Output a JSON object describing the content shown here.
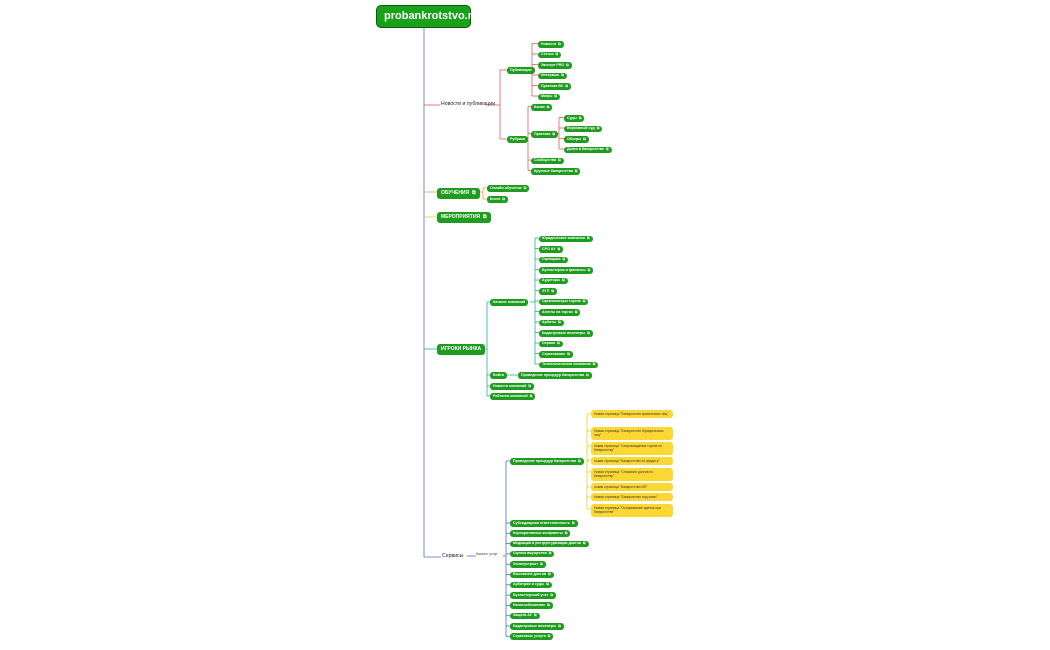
{
  "colors": {
    "green": "#1f9b1f",
    "yellow": "#fdd835",
    "red_line": "#e45b5b",
    "orange_line": "#f0a33a",
    "yellow_line": "#e0cf3a",
    "teal_line": "#2ab08e",
    "blue_line": "#4a6fd1"
  },
  "root": {
    "label": "probankrotstvo.ru"
  },
  "sections": {
    "news": {
      "label": "Новости и публикации",
      "pubs": {
        "label": "Публикации",
        "items": [
          "Новости",
          "Статьи",
          "Эксперт PRO",
          "Интервью",
          "Практика ВС",
          "Мифы"
        ]
      },
      "rubrics": {
        "label": "Рубрики",
        "items": [
          "Банки",
          "Практика",
          "Сообщества",
          "Крупные банкротства"
        ],
        "practice_items": [
          "Суды",
          "Верховный суд",
          "Обзоры",
          "Долги в банкротстве"
        ]
      }
    },
    "training": {
      "label": "ОБУЧЕНИЯ",
      "items": [
        "Онлайн-обучение",
        "Книги"
      ]
    },
    "events": {
      "label": "МЕРОПРИЯТИЯ"
    },
    "market": {
      "label": "ИГРОКИ РЫНКА",
      "catalog": {
        "label": "Каталог компаний",
        "items": [
          "Юридические компании",
          "СРО АУ",
          "Оценщики",
          "Бухгалтерия и финансы",
          "Аудиторы",
          "ЭТП",
          "Организаторы торгов",
          "Агенты на торгах",
          "Арбиты",
          "Кадастровые инженеры",
          "Охрана",
          "Страхование",
          "Технологические компании"
        ]
      },
      "others": [
        "Войти",
        "Новости компаний",
        "Рейтинги компаний"
      ],
      "voiti_child": "Проведение процедур банкротства"
    },
    "services": {
      "label": "Сервисы",
      "catalog_label": "Каталог услуг",
      "procedures": {
        "label": "Проведение процедур банкротства",
        "pages": [
          "Новая страница \"Банкротство физических лиц\"",
          "Новая страница \"Банкротство Юридических лиц\"",
          "новая страница \"Сопровождения торгов по банкротству\"",
          "новая страница \"Банкротство по кредиту\"",
          "Новая страница \"Списание долгов по банкротству\"",
          "новая страница \"Банкротство ИП\"",
          "Новая страница \"Банкротство под ключ\"",
          "Новая страница \"Оспаривание сделок при банкротстве\""
        ]
      },
      "items": [
        "Субсидиарная ответственность",
        "Корпоративные конфликты",
        "Медиация и реструктуризация долгов",
        "Оценка имущества",
        "Землеустроит",
        "Взыскание долгов",
        "Арбитраж и суды",
        "Бухгалтерский учет",
        "Налогообложение",
        "Защита АУ",
        "Кадастровые инженеры",
        "Страховые услуги"
      ]
    }
  }
}
